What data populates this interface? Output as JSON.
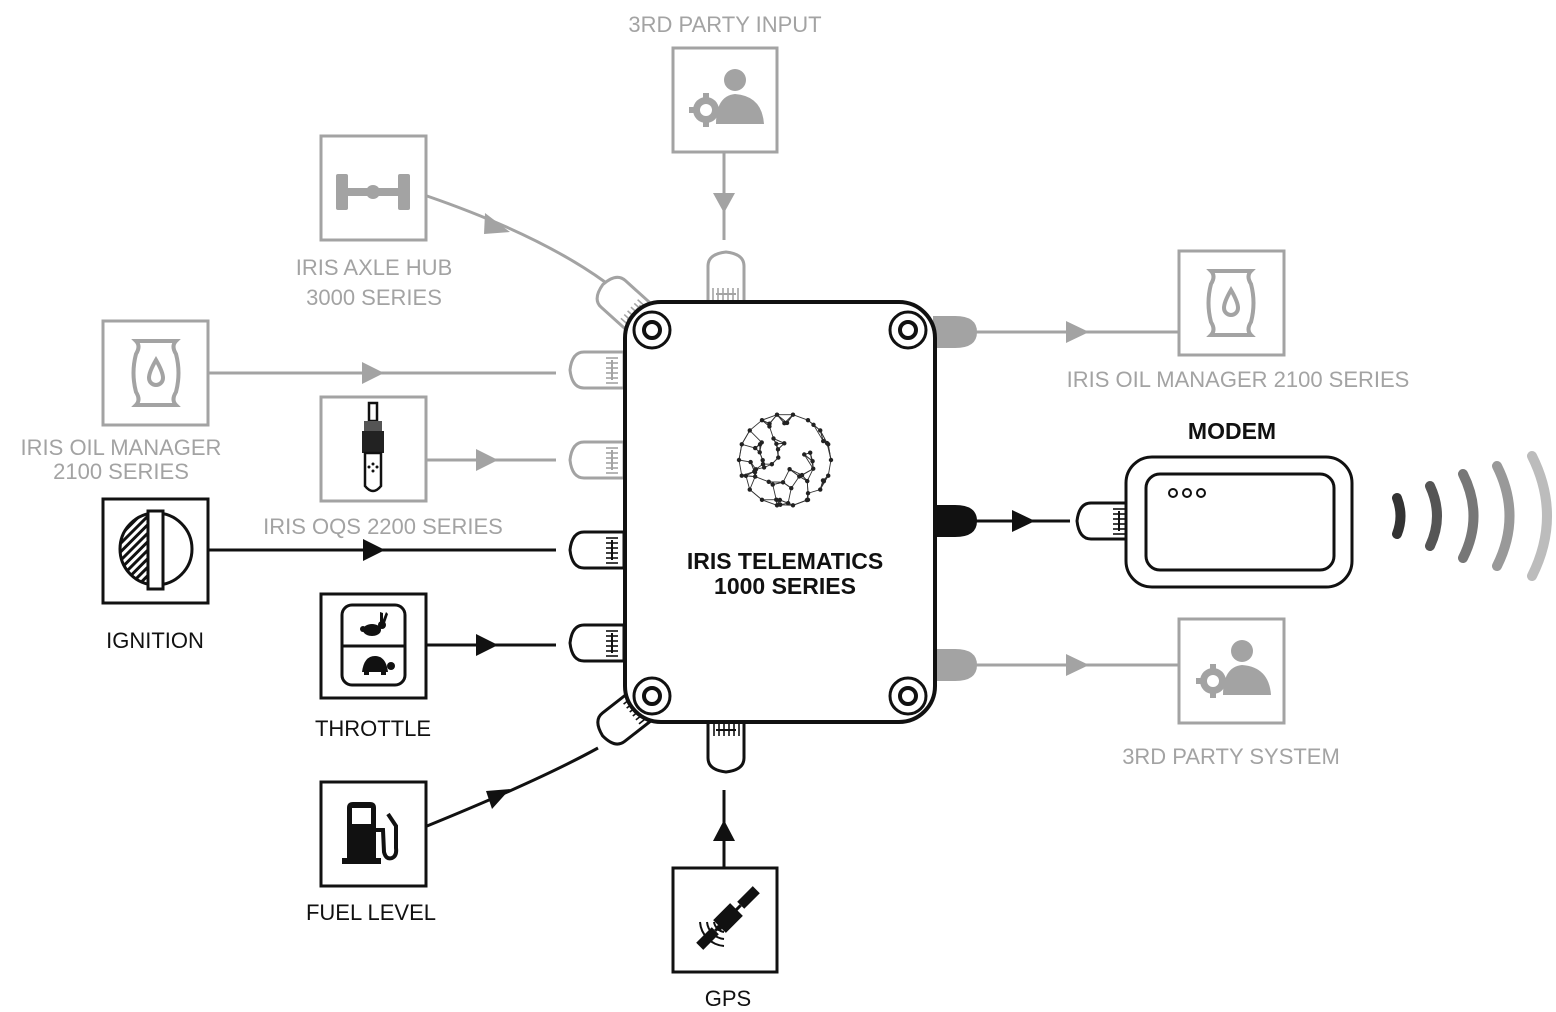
{
  "hub": {
    "title_line1": "IRIS TELEMATICS",
    "title_line2": "1000 SERIES"
  },
  "modem": {
    "title": "MODEM"
  },
  "inputs": {
    "third_party_input": "3RD PARTY INPUT",
    "axle_hub_line1": "IRIS AXLE HUB",
    "axle_hub_line2": "3000 SERIES",
    "oil_manager_left_line1": "IRIS OIL MANAGER",
    "oil_manager_left_line2": "2100 SERIES",
    "oqs": "IRIS OQS 2200 SERIES",
    "ignition": "IGNITION",
    "throttle": "THROTTLE",
    "fuel_level": "FUEL LEVEL",
    "gps": "GPS"
  },
  "outputs": {
    "oil_manager_right": "IRIS OIL MANAGER 2100 SERIES",
    "third_party_system": "3RD PARTY SYSTEM"
  },
  "colors": {
    "optional_gray": "#a3a3a3",
    "standard_black": "#111111"
  },
  "icons": {
    "third_party_input": "user-gear-icon",
    "axle_hub": "axle-icon",
    "oil_manager": "oil-barrel-icon",
    "oqs": "oil-quality-sensor-icon",
    "ignition": "ignition-key-icon",
    "throttle": "rabbit-turtle-icon",
    "fuel_level": "fuel-pump-icon",
    "gps": "satellite-icon",
    "third_party_system": "user-gear-icon",
    "hub_logo": "network-globe-icon",
    "signal": "wireless-signal-icon"
  }
}
